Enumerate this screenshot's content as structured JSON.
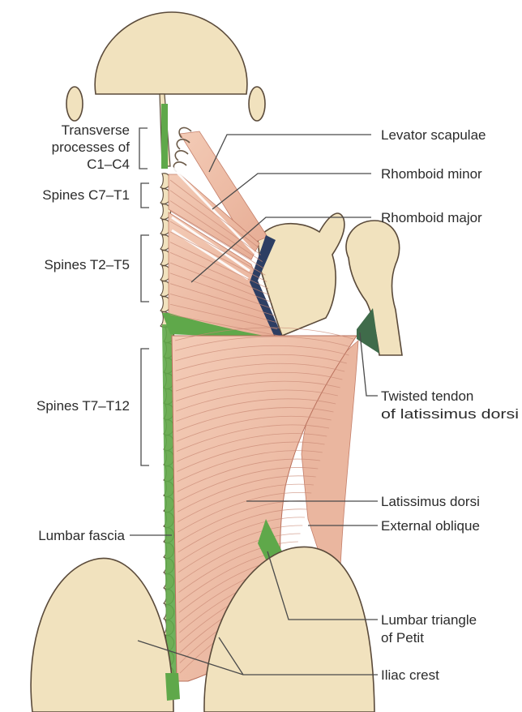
{
  "diagram": {
    "labels": {
      "transverse_line1": "Transverse",
      "transverse_line2": "processes of",
      "transverse_line3": "C1–C4",
      "spines_c7_t1": "Spines C7–T1",
      "spines_t2_t5": "Spines T2–T5",
      "spines_t7_t12": "Spines T7–T12",
      "lumbar_fascia": "Lumbar fascia",
      "levator_scapulae": "Levator scapulae",
      "rhomboid_minor": "Rhomboid minor",
      "rhomboid_major": "Rhomboid major",
      "twisted_tendon_line1": "Twisted tendon",
      "twisted_tendon_line2": "of latissimus dorsi",
      "latissimus_dorsi": "Latissimus dorsi",
      "external_oblique": "External oblique",
      "lumbar_triangle_line1": "Lumbar triangle",
      "lumbar_triangle_line2": "of Petit",
      "iliac_crest": "Iliac crest"
    },
    "colors": {
      "bone": "#f1e2be",
      "muscle": "#efc3ae",
      "fascia_green": "#5fa84a",
      "ligament_navy": "#2d3e63",
      "tendon_dark_green": "#3f6b4a"
    }
  }
}
